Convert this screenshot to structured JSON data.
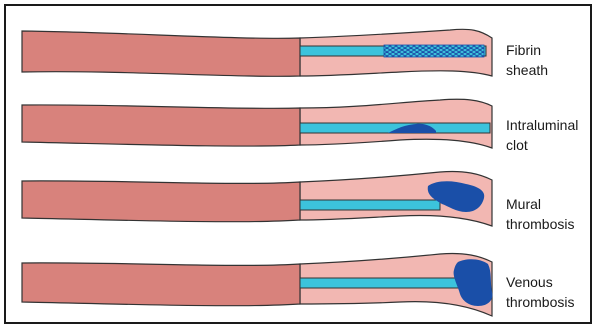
{
  "colors": {
    "catheter_body": "#d8827c",
    "vessel_wall": "#f2b7b2",
    "catheter_lumen": "#3cc3dc",
    "clot": "#1a4fa8",
    "outline": "#333333"
  },
  "panels": [
    {
      "id": "fibrin-sheath",
      "label_line1": "Fibrin",
      "label_line2": "sheath"
    },
    {
      "id": "intraluminal-clot",
      "label_line1": "Intraluminal",
      "label_line2": "clot"
    },
    {
      "id": "mural-thrombosis",
      "label_line1": "Mural",
      "label_line2": "thrombosis"
    },
    {
      "id": "venous-thrombosis",
      "label_line1": "Venous",
      "label_line2": "thrombosis"
    }
  ]
}
